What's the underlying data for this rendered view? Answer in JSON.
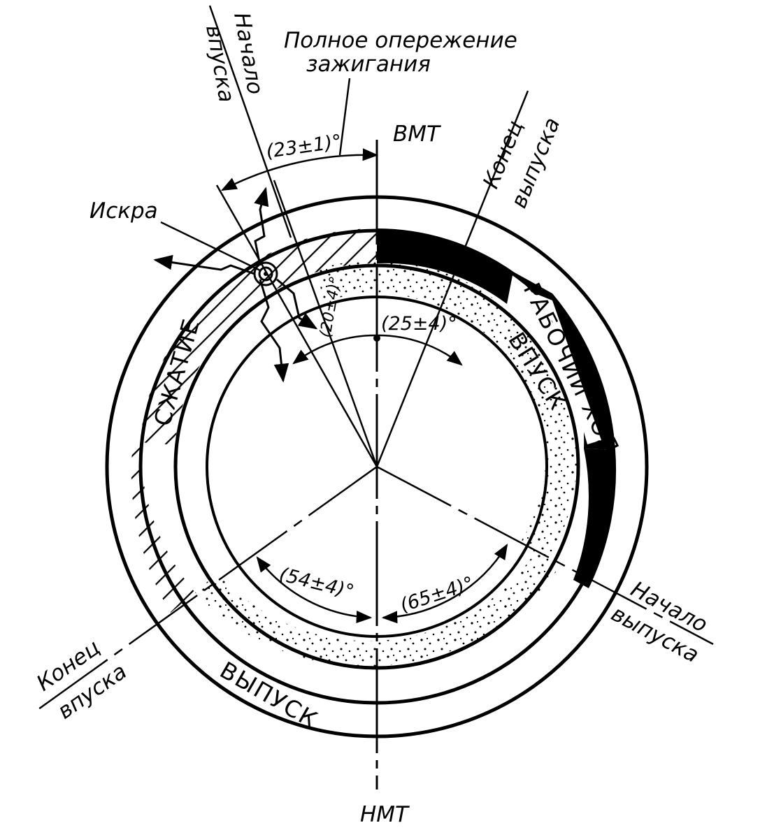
{
  "labels": {
    "vmt": "ВМТ",
    "nmt": "НМТ",
    "full_advance_line1": "Полное опережение",
    "full_advance_line2": "зажигания",
    "intake_start_line1": "Начало",
    "intake_start_line2": "впуска",
    "exhaust_end_line1": "Конец",
    "exhaust_end_line2": "выпуска",
    "spark": "Искра",
    "exhaust_start_line1": "Начало",
    "exhaust_start_line2": "выпуска",
    "intake_end_line1": "Конец",
    "intake_end_line2": "впуска"
  },
  "angles": {
    "ignition_advance": "(23±1)°",
    "intake_open": "(20±4)°",
    "exhaust_close": "(25±4)°",
    "intake_close": "(54±4)°",
    "exhaust_open": "(65±4)°"
  },
  "rings": {
    "compression": "СЖАТИЕ",
    "power": "РАБОЧИЙ ХОД",
    "intake": "ВПУСК",
    "exhaust": "ВЫПУСК"
  }
}
